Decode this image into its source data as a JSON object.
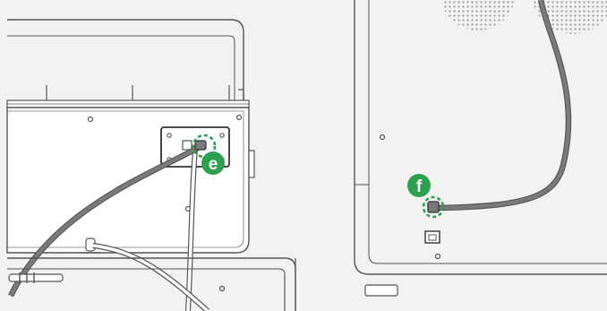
{
  "callouts": [
    {
      "id": "e",
      "label": "e"
    },
    {
      "id": "f",
      "label": "f"
    }
  ],
  "colors": {
    "background": "#f2f2f2",
    "panel": "#ffffff",
    "outline": "#555555",
    "cable": "#7a7a7a",
    "cable_light": "#bdbdbd",
    "accent": "#2e9e4f",
    "speaker_dots": "#9a9a9a"
  }
}
